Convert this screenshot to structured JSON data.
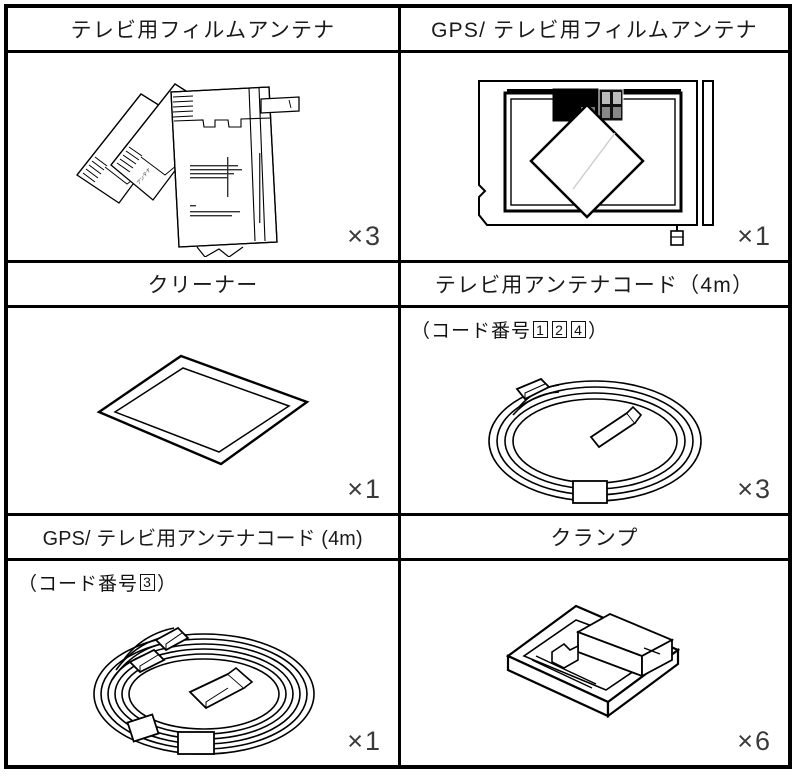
{
  "diagram": {
    "title_role": "parts-inclusion-table",
    "columns": 2,
    "rows": 3
  },
  "cells": [
    {
      "id": "tv-film-antenna",
      "header": "テレビ用フィルムアンテナ",
      "header_wide": false,
      "code_note": null,
      "code_numbers": [],
      "quantity": "×3",
      "illustration": "film-antenna-sheets"
    },
    {
      "id": "gps-tv-film-antenna",
      "header": "GPS/ テレビ用フィルムアンテナ",
      "header_wide": false,
      "code_note": null,
      "code_numbers": [],
      "quantity": "×1",
      "illustration": "gps-film-antenna-sheet"
    },
    {
      "id": "cleaner",
      "header": "クリーナー",
      "header_wide": false,
      "code_note": null,
      "code_numbers": [],
      "quantity": "×1",
      "illustration": "cleaner-cloth"
    },
    {
      "id": "tv-antenna-cord",
      "header": "テレビ用アンテナコード（4m）",
      "header_wide": false,
      "code_note_prefix": "（コード番号",
      "code_note_suffix": "）",
      "code_numbers": [
        "1",
        "2",
        "4"
      ],
      "quantity": "×3",
      "illustration": "coiled-cable-single"
    },
    {
      "id": "gps-tv-antenna-cord",
      "header": "GPS/ テレビ用アンテナコード (4m)",
      "header_wide": true,
      "code_note_prefix": "（コード番号",
      "code_note_suffix": "）",
      "code_numbers": [
        "3"
      ],
      "quantity": "×1",
      "illustration": "coiled-cable-double"
    },
    {
      "id": "clamp",
      "header": "クランプ",
      "header_wide": false,
      "code_note": null,
      "code_numbers": [],
      "quantity": "×6",
      "illustration": "clamp-block"
    }
  ],
  "colors": {
    "border": "#000000",
    "text": "#1a1a1a",
    "quantity_text": "#3a3a3a",
    "line_art": "#000000",
    "fill": "#ffffff"
  }
}
